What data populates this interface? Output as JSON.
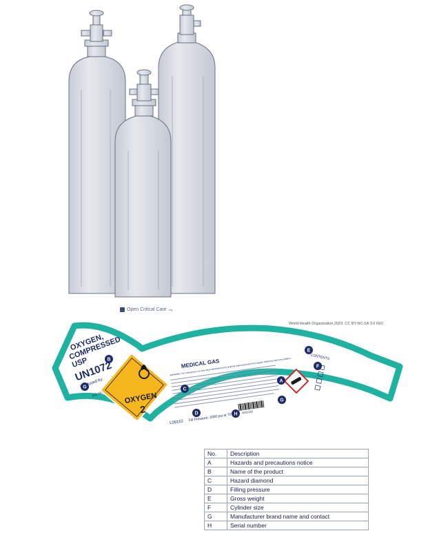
{
  "credit": "Open Critical Care",
  "credit_suffix": "org",
  "who_credit": "World Health Organization 2023. CC BY-NC-SA 3.0 IGO",
  "label": {
    "product_line1": "OXYGEN,",
    "product_line2": "COMPRESSED",
    "product_line3": "USP",
    "un_number": "UN1072",
    "produced_by": "Produced by",
    "not_remove": "DO NOT REMOVE THIS PRODUCT LABEL",
    "hazard_name": "OXYGEN",
    "hazard_class": "2",
    "medical_gas": "MEDICAL GAS",
    "contents": "CONTENTS",
    "label_code": "L00110",
    "fill_pressure": "Fill Pressure: 2000 psi at 70°F",
    "warning_line": "WARNING: For emergency use only when administered by properly trained personnel for oxygen deficiency and resuscitation.",
    "serial": "0042108",
    "markers": [
      "A",
      "B",
      "C",
      "D",
      "E",
      "F",
      "G",
      "G",
      "H"
    ]
  },
  "legend": {
    "headers": [
      "No.",
      "Description"
    ],
    "rows": [
      [
        "A",
        "Hazards and precautions notice"
      ],
      [
        "B",
        "Name of the product"
      ],
      [
        "C",
        "Hazard diamond"
      ],
      [
        "D",
        "Filling pressure"
      ],
      [
        "E",
        "Gross weight"
      ],
      [
        "F",
        "Cylinder size"
      ],
      [
        "G",
        "Manufacturer brand name and contact"
      ],
      [
        "H",
        "Serial number"
      ]
    ]
  },
  "colors": {
    "cylinder": "#d8dbe2",
    "label_border": "#1fb2a0",
    "hazard": "#f5b61e",
    "marker": "#1d2a66",
    "accent_red": "#d42a2a"
  }
}
